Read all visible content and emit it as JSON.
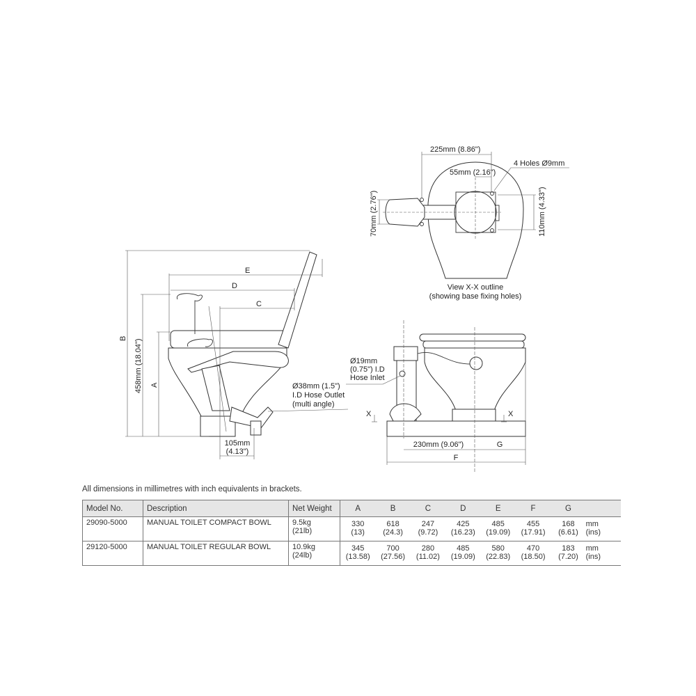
{
  "top_view": {
    "width_225": "225mm (8.86\")",
    "width_55": "55mm (2.16\")",
    "holes": "4 Holes Ø9mm",
    "height_70": "70mm (2.76\")",
    "height_110": "110mm (4.33\")",
    "caption_1": "View X-X outline",
    "caption_2": "(showing base fixing holes)"
  },
  "side_view": {
    "label_b": "B",
    "height_458": "458mm (18.04\")",
    "label_a": "A",
    "label_e": "E",
    "label_d": "D",
    "label_c": "C",
    "outlet_1": "Ø38mm (1.5\")",
    "outlet_2": "I.D Hose Outlet",
    "outlet_3": "(multi angle)",
    "offset_1": "105mm",
    "offset_2": "(4.13\")"
  },
  "front_view": {
    "inlet_1": "Ø19mm",
    "inlet_2": "(0.75\") I.D",
    "inlet_3": "Hose Inlet",
    "x_left": "X",
    "x_right": "X",
    "width_230": "230mm (9.06\")",
    "label_g": "G",
    "label_f": "F"
  },
  "note": "All dimensions in millimetres with inch equivalents in brackets.",
  "table": {
    "headers": {
      "model": "Model No.",
      "description": "Description",
      "weight": "Net Weight",
      "a": "A",
      "b": "B",
      "c": "C",
      "d": "D",
      "e": "E",
      "f": "F",
      "g": "G"
    },
    "rows": [
      {
        "model": "29090-5000",
        "description": "MANUAL TOILET COMPACT BOWL",
        "weight_kg": "9.5kg",
        "weight_lb": "(21lb)",
        "mm": [
          "330",
          "618",
          "247",
          "425",
          "485",
          "455",
          "168"
        ],
        "ins": [
          "(13)",
          "(24.3)",
          "(9.72)",
          "(16.23)",
          "(19.09)",
          "(17.91)",
          "(6.61)"
        ],
        "unit_mm": "mm",
        "unit_ins": "(ins)"
      },
      {
        "model": "29120-5000",
        "description": "MANUAL TOILET REGULAR BOWL",
        "weight_kg": "10.9kg",
        "weight_lb": "(24lb)",
        "mm": [
          "345",
          "700",
          "280",
          "485",
          "580",
          "470",
          "183"
        ],
        "ins": [
          "(13.58)",
          "(27.56)",
          "(11.02)",
          "(19.09)",
          "(22.83)",
          "(18.50)",
          "(7.20)"
        ],
        "unit_mm": "mm",
        "unit_ins": "(ins)"
      }
    ]
  }
}
